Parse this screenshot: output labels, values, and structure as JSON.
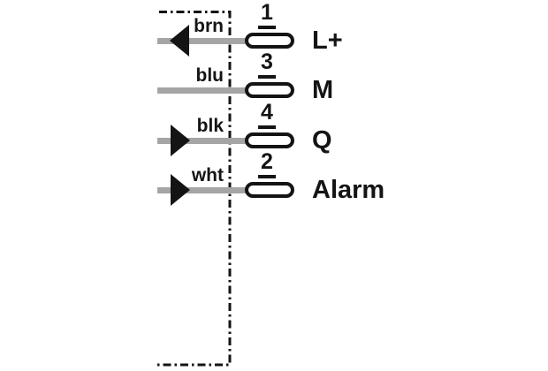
{
  "diagram": {
    "kind": "sensor-wiring-pinout-diagram",
    "colors": {
      "background": "#ffffff",
      "line_black": "#141414",
      "wire_gray": "#a5a5a5"
    },
    "device_outline": {
      "style": "dash-dot",
      "description": "open rectangle boundary, right edge vertical, open on left"
    },
    "rows": [
      {
        "wire_color_label": "brn",
        "pin_number": "1",
        "signal_label": "L+",
        "arrow_direction": "left"
      },
      {
        "wire_color_label": "blu",
        "pin_number": "3",
        "signal_label": "M",
        "arrow_direction": "none"
      },
      {
        "wire_color_label": "blk",
        "pin_number": "4",
        "signal_label": "Q",
        "arrow_direction": "right"
      },
      {
        "wire_color_label": "wht",
        "pin_number": "2",
        "signal_label": "Alarm",
        "arrow_direction": "right"
      }
    ]
  }
}
